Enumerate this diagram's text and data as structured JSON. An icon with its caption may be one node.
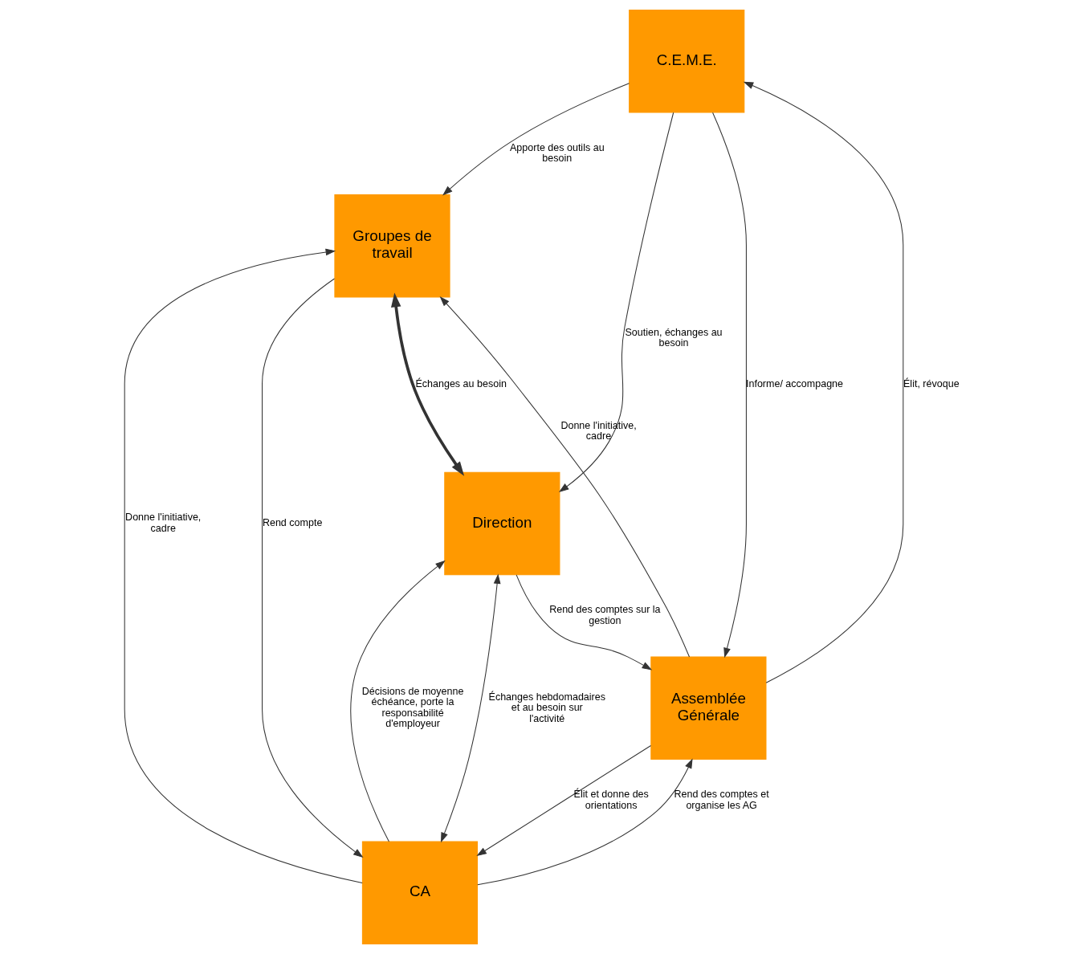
{
  "diagram": {
    "nodes": [
      {
        "text": [
          "C.E.M.E."
        ]
      },
      {
        "text": [
          "Groupes de travail"
        ]
      },
      {
        "text": [
          "Direction"
        ]
      },
      {
        "text": [
          "Assemblée Générale"
        ]
      },
      {
        "text": [
          "CA"
        ]
      }
    ],
    "edges": [
      {
        "from": 0,
        "to": 1,
        "arrow": "to",
        "label": "Apporte des outils au besoin"
      },
      {
        "from": 0,
        "to": 2,
        "arrow": "to",
        "label": "Soutien, échanges au besoin"
      },
      {
        "from": 1,
        "to": 2,
        "arrow": "both",
        "label": "Échanges au besoin",
        "style": "thick"
      },
      {
        "from": 3,
        "to": 0,
        "arrow": "to",
        "label": "Élit, révoque"
      },
      {
        "from": 1,
        "to": 4,
        "arrow": "to",
        "label": "Rend compte"
      },
      {
        "from": 0,
        "to": 3,
        "arrow": "to",
        "label": "Informe/ accompagne"
      },
      {
        "from": 3,
        "to": 1,
        "arrow": "to",
        "label": "Donne l'initiative, cadre"
      },
      {
        "from": 2,
        "to": 3,
        "arrow": "to",
        "label": "Rend des comptes sur la gestion"
      },
      {
        "from": 4,
        "to": 2,
        "arrow": "to",
        "label": "Décisions de moyenne échéance, porte la responsabilité d'employeur"
      },
      {
        "from": 2,
        "to": 4,
        "arrow": "both",
        "label": "Échanges hebdomadaires et au besoin sur l'activité"
      },
      {
        "from": 4,
        "to": 1,
        "arrow": "to",
        "label": "Donne l'initiative, cadre"
      },
      {
        "from": 3,
        "to": 4,
        "arrow": "to",
        "label": "Élit et donne des orientations"
      },
      {
        "from": 4,
        "to": 3,
        "arrow": "to",
        "label": "Rend des comptes et organise les AG"
      }
    ]
  }
}
